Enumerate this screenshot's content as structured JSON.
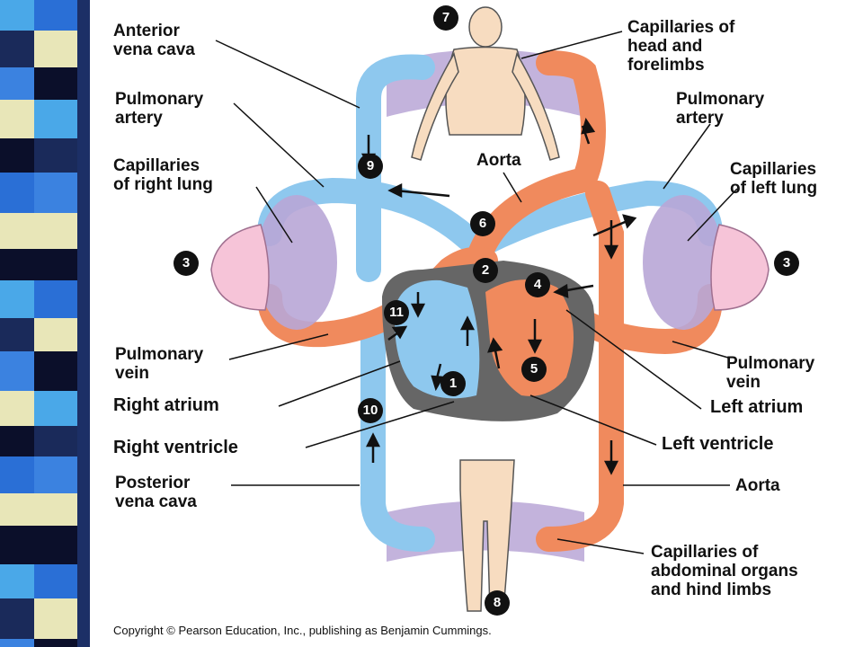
{
  "labels": {
    "anterior_vena_cava": "Anterior\nvena cava",
    "capillaries_head": "Capillaries of\nhead and\nforelimbs",
    "pulmonary_artery_left": "Pulmonary\nartery",
    "pulmonary_artery_right": "Pulmonary\nartery",
    "aorta_top": "Aorta",
    "capillaries_right_lung": "Capillaries\nof right lung",
    "capillaries_left_lung": "Capillaries\nof left lung",
    "pulmonary_vein_left": "Pulmonary\nvein",
    "pulmonary_vein_right": "Pulmonary\nvein",
    "right_atrium": "Right atrium",
    "left_atrium": "Left atrium",
    "right_ventricle": "Right ventricle",
    "left_ventricle": "Left ventricle",
    "posterior_vena_cava": "Posterior\nvena cava",
    "aorta_bottom": "Aorta",
    "capillaries_abdominal": "Capillaries of\nabdominal organs\nand hind limbs"
  },
  "numbers": {
    "n1": "1",
    "n2": "2",
    "n3_left": "3",
    "n3_right": "3",
    "n4": "4",
    "n5": "5",
    "n6": "6",
    "n7": "7",
    "n8": "8",
    "n9": "9",
    "n10": "10",
    "n11": "11"
  },
  "copyright": "Copyright © Pearson Education, Inc., publishing as Benjamin Cummings.",
  "colors": {
    "oxygen_poor": "#8ec8ee",
    "oxygen_rich": "#f08a5d",
    "capillary": "#b8a6d6",
    "lung": "#f6c4d8",
    "heart": "#666666",
    "body": "#f7dcc0"
  }
}
